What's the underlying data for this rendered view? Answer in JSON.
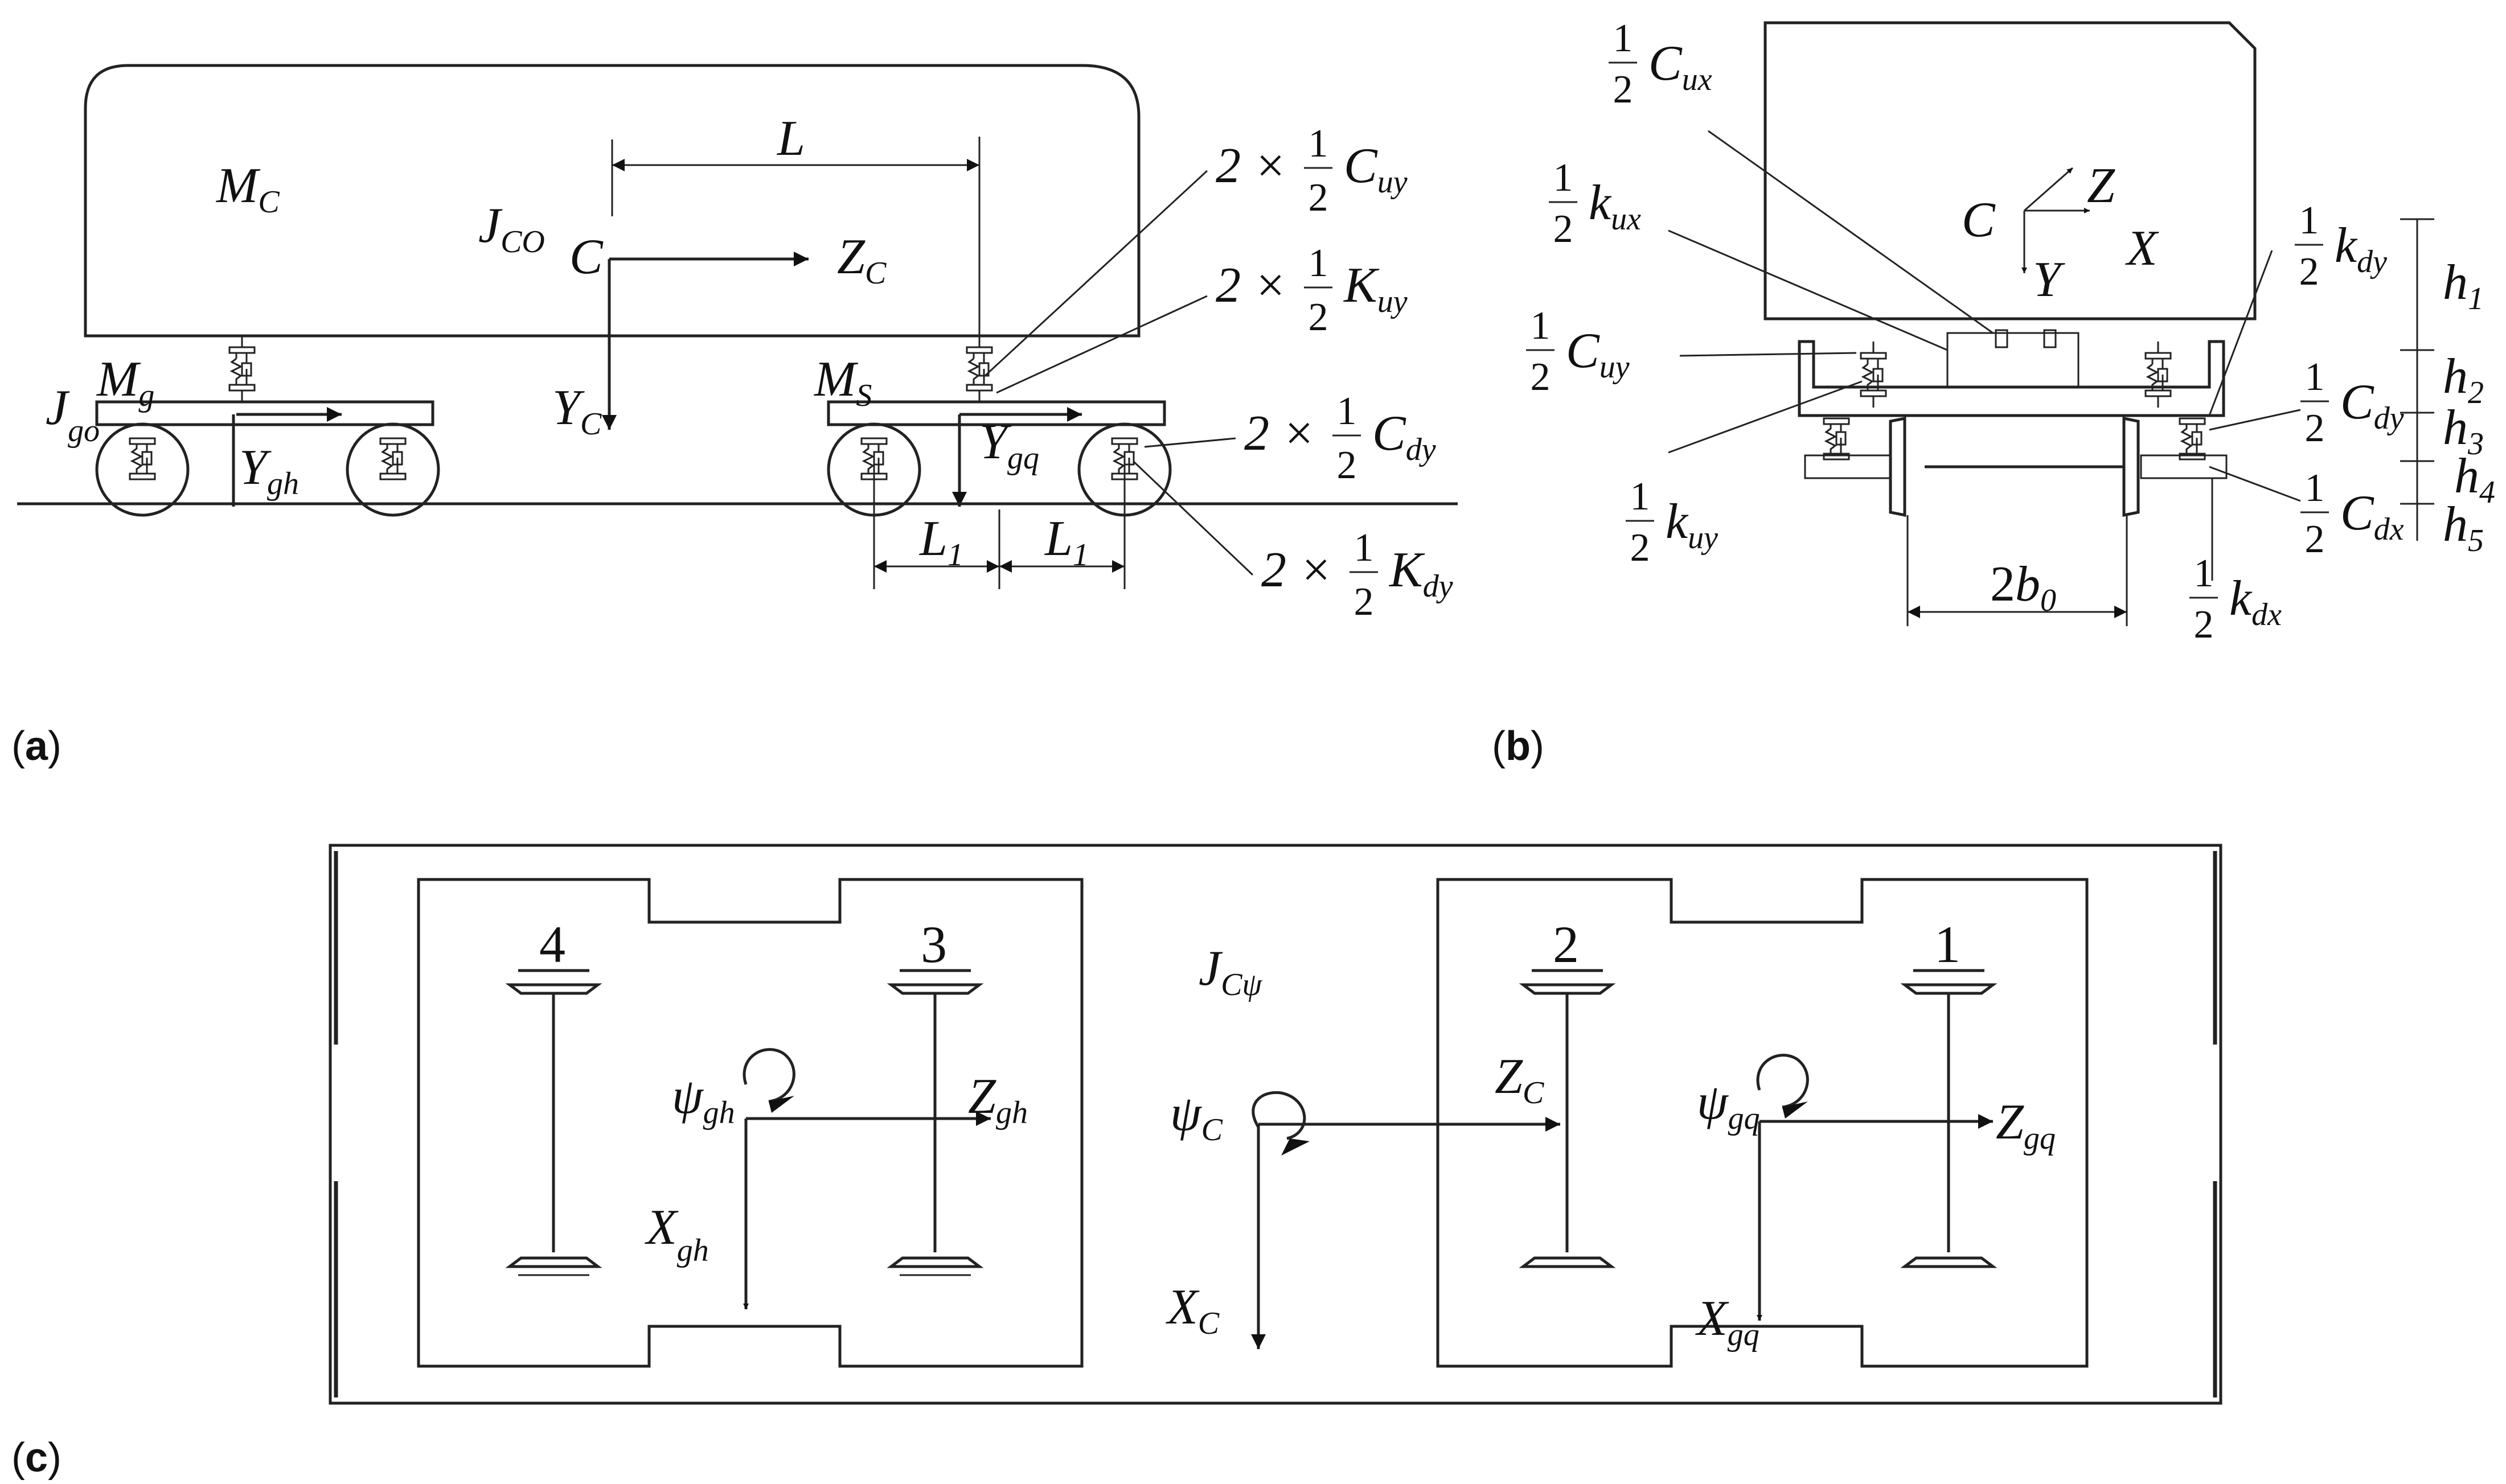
{
  "panels": {
    "a": {
      "tag_open": "(",
      "tag_letter": "a",
      "tag_close": ")",
      "M_C": {
        "main": "M",
        "sub": "C"
      },
      "J_CO": {
        "main": "J",
        "sub": "CO"
      },
      "L": "L",
      "C": "C",
      "Z_C": {
        "main": "Z",
        "sub": "C"
      },
      "Y_C": {
        "main": "Y",
        "sub": "C"
      },
      "M_g": {
        "main": "M",
        "sub": "g"
      },
      "J_go": {
        "main": "J",
        "sub": "go"
      },
      "Y_gh": {
        "main": "Y",
        "sub": "gh"
      },
      "M_S": {
        "main": "M",
        "sub": "S"
      },
      "Y_gq": {
        "main": "Y",
        "sub": "gq"
      },
      "L1_left": {
        "main": "L",
        "sub": "1"
      },
      "L1_right": {
        "main": "L",
        "sub": "1"
      },
      "callouts": [
        {
          "prefix": "2 ×",
          "num": "1",
          "den": "2",
          "main": "C",
          "sub": "uy"
        },
        {
          "prefix": "2 ×",
          "num": "1",
          "den": "2",
          "main": "K",
          "sub": "uy"
        },
        {
          "prefix": "2 ×",
          "num": "1",
          "den": "2",
          "main": "C",
          "sub": "dy"
        },
        {
          "prefix": "2 ×",
          "num": "1",
          "den": "2",
          "main": "K",
          "sub": "dy"
        }
      ]
    },
    "b": {
      "tag_open": "(",
      "tag_letter": "b",
      "tag_close": ")",
      "C": "C",
      "Z": "Z",
      "X": "X",
      "Y": "Y",
      "left_callouts": [
        {
          "num": "1",
          "den": "2",
          "main": "C",
          "sub": "ux"
        },
        {
          "num": "1",
          "den": "2",
          "main": "k",
          "sub": "ux"
        },
        {
          "num": "1",
          "den": "2",
          "main": "C",
          "sub": "uy"
        },
        {
          "num": "1",
          "den": "2",
          "main": "k",
          "sub": "uy"
        }
      ],
      "right_callouts": [
        {
          "num": "1",
          "den": "2",
          "main": "k",
          "sub": "dy"
        },
        {
          "num": "1",
          "den": "2",
          "main": "C",
          "sub": "dy"
        },
        {
          "num": "1",
          "den": "2",
          "main": "C",
          "sub": "dx"
        },
        {
          "num": "1",
          "den": "2",
          "main": "k",
          "sub": "dx"
        }
      ],
      "heights": [
        {
          "main": "h",
          "sub": "1"
        },
        {
          "main": "h",
          "sub": "2"
        },
        {
          "main": "h",
          "sub": "3"
        },
        {
          "main": "h",
          "sub": "4"
        },
        {
          "main": "h",
          "sub": "5"
        }
      ],
      "gauge": {
        "prefix": "2",
        "main": "b",
        "sub": "0"
      }
    },
    "c": {
      "tag_open": "(",
      "tag_letter": "c",
      "tag_close": ")",
      "J_Cpsi": {
        "main": "J",
        "sub": "Cψ"
      },
      "wheelsets": [
        "4",
        "3",
        "2",
        "1"
      ],
      "psi_gh": {
        "main": "ψ",
        "sub": "gh"
      },
      "Z_gh": {
        "main": "Z",
        "sub": "gh"
      },
      "X_gh": {
        "main": "X",
        "sub": "gh"
      },
      "psi_C": {
        "main": "ψ",
        "sub": "C"
      },
      "X_C": {
        "main": "X",
        "sub": "C"
      },
      "Z_C": {
        "main": "Z",
        "sub": "C"
      },
      "psi_gq": {
        "main": "ψ",
        "sub": "gq"
      },
      "Z_gq": {
        "main": "Z",
        "sub": "gq"
      },
      "X_gq": {
        "main": "X",
        "sub": "gq"
      }
    }
  }
}
